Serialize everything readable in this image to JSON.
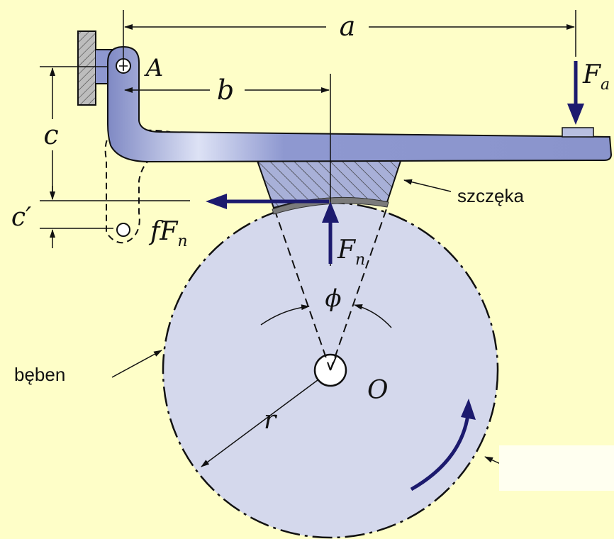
{
  "labels": {
    "a": "a",
    "b": "b",
    "c": "c",
    "c_prime": "c′",
    "A": "A",
    "O": "O",
    "r": "r",
    "phi": "ϕ",
    "Fa_main": "F",
    "Fa_sub": "a",
    "fFn_main": "fF",
    "fFn_sub": "n",
    "Fn_main": "F",
    "Fn_sub": "n"
  },
  "callouts": {
    "shoe": "szczęka",
    "drum": "bęben",
    "rotation": ""
  },
  "colors": {
    "background": "#fefec8",
    "lever": "#8e98d0",
    "drum": "#d4d8ec",
    "force_arrow": "#1c1a6e",
    "shoe_block": "#a8b0d8"
  }
}
